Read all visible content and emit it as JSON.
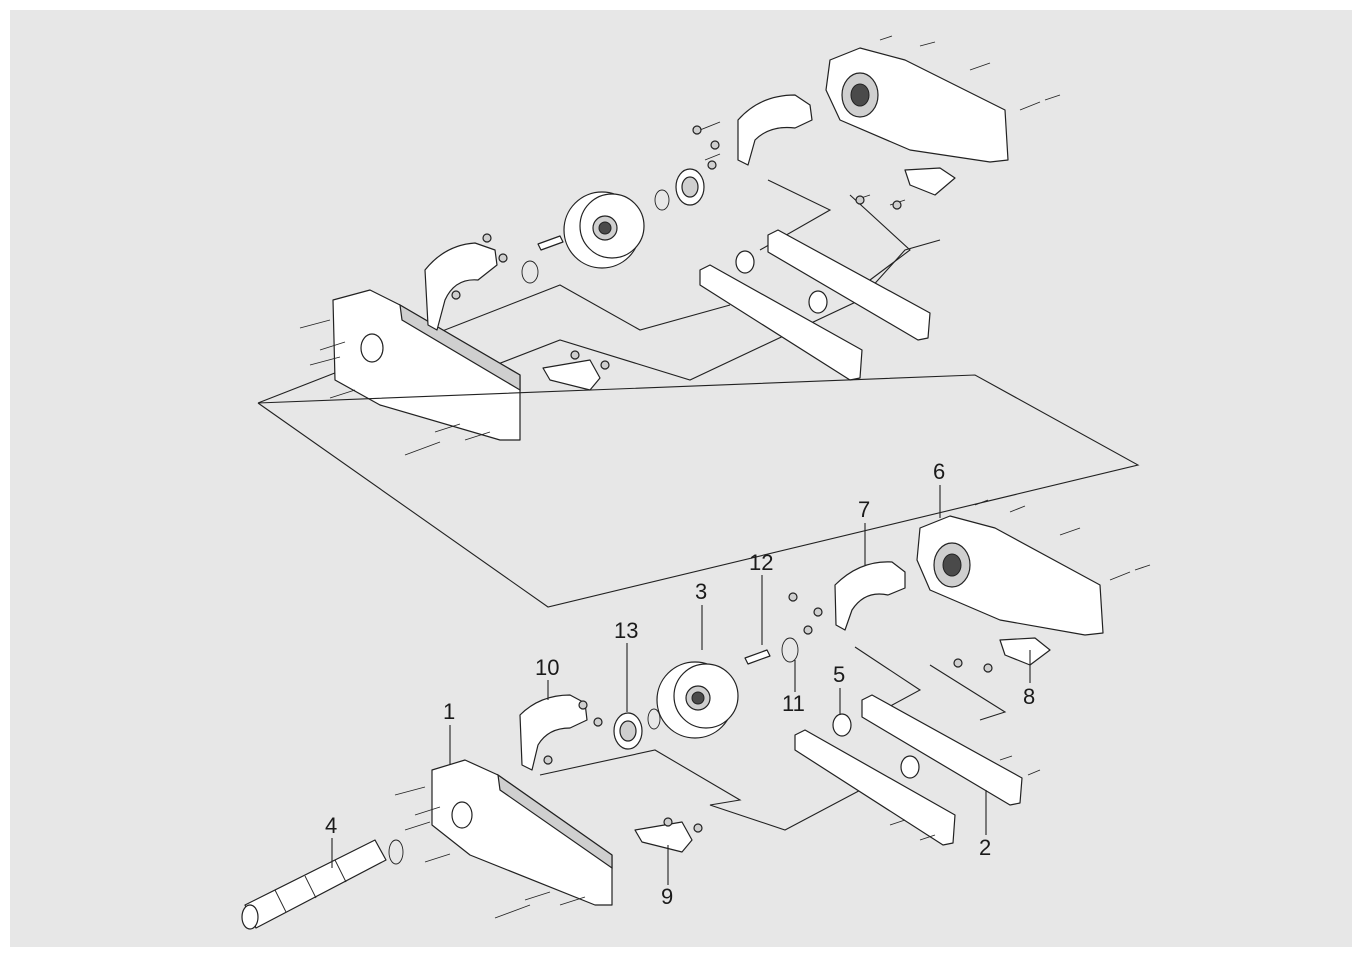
{
  "diagram": {
    "callouts": [
      {
        "label": "1"
      },
      {
        "label": "2"
      },
      {
        "label": "3"
      },
      {
        "label": "4"
      },
      {
        "label": "5"
      },
      {
        "label": "6"
      },
      {
        "label": "7"
      },
      {
        "label": "8"
      },
      {
        "label": "9"
      },
      {
        "label": "10"
      },
      {
        "label": "11"
      },
      {
        "label": "12"
      },
      {
        "label": "13"
      }
    ]
  }
}
